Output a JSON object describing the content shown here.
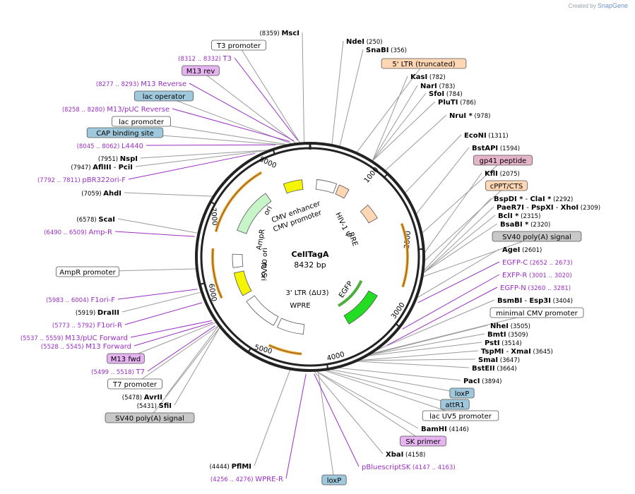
{
  "credit": {
    "prefix": "Created by",
    "brand": "SnapGene"
  },
  "plasmid": {
    "name": "CellTagA",
    "length": "8432 bp"
  },
  "ticks": [
    "1000",
    "2000",
    "3000",
    "4000",
    "5000",
    "6000",
    "7000",
    "8000"
  ],
  "colors": {
    "enzyme": "#000000",
    "primer": "#9a2fc4",
    "line": "#9a9a9a",
    "backbone": "#222222"
  },
  "features": [
    {
      "label": "ori",
      "color": "#f5f500"
    },
    {
      "label": "AmpR",
      "color": "#c8f5c8"
    },
    {
      "label": "SV40 ori",
      "color": "#ffffff"
    },
    {
      "label": "f1 ori",
      "color": "#f5f500"
    },
    {
      "label": "CMV enhancer",
      "color": "#ffffff"
    },
    {
      "label": "CMV promoter",
      "color": "#ffffff"
    },
    {
      "label": "HIV-1 Ψ",
      "color": "#ffffff"
    },
    {
      "label": "RRE",
      "color": "#ffd7b4"
    },
    {
      "label": "EGFP",
      "color": "#22dd22"
    },
    {
      "label": "WPRE",
      "color": "#ffffff"
    },
    {
      "label": "3' LTR (ΔU3)",
      "color": "#ffffff"
    }
  ],
  "labels": [
    {
      "pos": "(8359)",
      "name": "MscI",
      "type": "enzyme"
    },
    {
      "name": "T3 promoter",
      "type": "box",
      "fill": "#ffffff"
    },
    {
      "pos": "(8312 .. 8332)",
      "name": "T3",
      "type": "primer"
    },
    {
      "name": "M13 rev",
      "type": "box",
      "fill": "#e6b4f0"
    },
    {
      "pos": "(8277 .. 8293)",
      "name": "M13 Reverse",
      "type": "primer"
    },
    {
      "name": "lac operator",
      "type": "box",
      "fill": "#a0c8dc"
    },
    {
      "pos": "(8258 .. 8280)",
      "name": "M13/pUC Reverse",
      "type": "primer"
    },
    {
      "name": "lac promoter",
      "type": "box",
      "fill": "#ffffff"
    },
    {
      "name": "CAP binding site",
      "type": "box",
      "fill": "#a0c8dc"
    },
    {
      "pos": "(8045 .. 8062)",
      "name": "L4440",
      "type": "primer"
    },
    {
      "pos": "(7951)",
      "name": "NspI",
      "type": "enzyme"
    },
    {
      "pos": "(7947)",
      "name": "AflIII",
      "name2": "PciI",
      "type": "enzyme2"
    },
    {
      "pos": "(7792 .. 7811)",
      "name": "pBR322ori-F",
      "type": "primer"
    },
    {
      "pos": "(7059)",
      "name": "AhdI",
      "type": "enzyme"
    },
    {
      "pos": "(6578)",
      "name": "ScaI",
      "type": "enzyme"
    },
    {
      "pos": "(6490 .. 6509)",
      "name": "Amp-R",
      "type": "primer"
    },
    {
      "name": "AmpR promoter",
      "type": "box",
      "fill": "#ffffff"
    },
    {
      "pos": "(5983 .. 6004)",
      "name": "F1ori-F",
      "type": "primer"
    },
    {
      "pos": "(5919)",
      "name": "DraIII",
      "type": "enzyme"
    },
    {
      "pos": "(5773 .. 5792)",
      "name": "F1ori-R",
      "type": "primer"
    },
    {
      "pos": "(5537 .. 5559)",
      "name": "M13/pUC Forward",
      "type": "primer"
    },
    {
      "pos": "(5528 .. 5545)",
      "name": "M13 Forward",
      "type": "primer"
    },
    {
      "name": "M13 fwd",
      "type": "box",
      "fill": "#e6b4f0"
    },
    {
      "pos": "(5499 .. 5518)",
      "name": "T7",
      "type": "primer"
    },
    {
      "name": "T7 promoter",
      "type": "box",
      "fill": "#ffffff"
    },
    {
      "pos": "(5478)",
      "name": "AvrII",
      "type": "enzyme"
    },
    {
      "pos": "(5431)",
      "name": "SfiI",
      "type": "enzyme"
    },
    {
      "name": "SV40 poly(A) signal",
      "type": "box",
      "fill": "#c8c8c8"
    },
    {
      "pos": "(4444)",
      "name": "PflMI",
      "type": "enzyme"
    },
    {
      "pos": "(4256 .. 4276)",
      "name": "WPRE-R",
      "type": "primer"
    },
    {
      "name": "loxP",
      "type": "box",
      "fill": "#a0c8dc"
    },
    {
      "name": "NdeI",
      "pos": "(250)",
      "type": "enzyme"
    },
    {
      "name": "SnaBI",
      "pos": "(356)",
      "type": "enzyme"
    },
    {
      "name": "5' LTR (truncated)",
      "type": "box",
      "fill": "#ffd7b4"
    },
    {
      "name": "KasI",
      "pos": "(782)",
      "type": "enzyme"
    },
    {
      "name": "NarI",
      "pos": "(783)",
      "type": "enzyme"
    },
    {
      "name": "SfoI",
      "pos": "(784)",
      "type": "enzyme"
    },
    {
      "name": "PluTI",
      "pos": "(786)",
      "type": "enzyme"
    },
    {
      "name": "NruI *",
      "pos": "(978)",
      "type": "enzyme"
    },
    {
      "name": "EcoNI",
      "pos": "(1311)",
      "type": "enzyme"
    },
    {
      "name": "BstAPI",
      "pos": "(1594)",
      "type": "enzyme"
    },
    {
      "name": "gp41 peptide",
      "type": "box",
      "fill": "#e6b4c8"
    },
    {
      "name": "KflI",
      "pos": "(2075)",
      "type": "enzyme"
    },
    {
      "name": "cPPT/CTS",
      "type": "box",
      "fill": "#ffd7b4"
    },
    {
      "name": "BspDI *",
      "name2": "ClaI *",
      "pos": "(2292)",
      "type": "enzyme2"
    },
    {
      "name": "PaeR7I",
      "name2": "PspXI",
      "name3": "XhoI",
      "pos": "(2309)",
      "type": "enzyme3"
    },
    {
      "name": "BclI *",
      "pos": "(2315)",
      "type": "enzyme"
    },
    {
      "name": "BsaBI *",
      "pos": "(2320)",
      "type": "enzyme"
    },
    {
      "name": "SV40 poly(A) signal",
      "type": "box",
      "fill": "#c8c8c8"
    },
    {
      "name": "AgeI",
      "pos": "(2601)",
      "type": "enzyme"
    },
    {
      "name": "EGFP-C",
      "pos": "(2652 .. 2673)",
      "type": "primer"
    },
    {
      "name": "EXFP-R",
      "pos": "(3001 .. 3020)",
      "type": "primer"
    },
    {
      "name": "EGFP-N",
      "pos": "(3260 .. 3281)",
      "type": "primer"
    },
    {
      "name": "BsmBI",
      "name2": "Esp3I",
      "pos": "(3404)",
      "type": "enzyme2"
    },
    {
      "name": "minimal CMV promoter",
      "type": "box",
      "fill": "#ffffff"
    },
    {
      "name": "NheI",
      "pos": "(3505)",
      "type": "enzyme"
    },
    {
      "name": "BmtI",
      "pos": "(3509)",
      "type": "enzyme"
    },
    {
      "name": "PstI",
      "pos": "(3514)",
      "type": "enzyme"
    },
    {
      "name": "TspMI",
      "name2": "XmaI",
      "pos": "(3645)",
      "type": "enzyme2"
    },
    {
      "name": "SmaI",
      "pos": "(3647)",
      "type": "enzyme"
    },
    {
      "name": "BstEII",
      "pos": "(3664)",
      "type": "enzyme"
    },
    {
      "name": "PacI",
      "pos": "(3894)",
      "type": "enzyme"
    },
    {
      "name": "loxP",
      "type": "box",
      "fill": "#a0c8dc"
    },
    {
      "name": "attR1",
      "type": "box",
      "fill": "#a0c8dc"
    },
    {
      "name": "lac UV5 promoter",
      "type": "box",
      "fill": "#ffffff"
    },
    {
      "name": "BamHI",
      "pos": "(4146)",
      "type": "enzyme"
    },
    {
      "name": "SK primer",
      "type": "box",
      "fill": "#e6b4f0"
    },
    {
      "name": "XbaI",
      "pos": "(4158)",
      "type": "enzyme"
    },
    {
      "name": "pBluescriptSK",
      "pos": "(4147 .. 4163)",
      "type": "primer"
    }
  ]
}
